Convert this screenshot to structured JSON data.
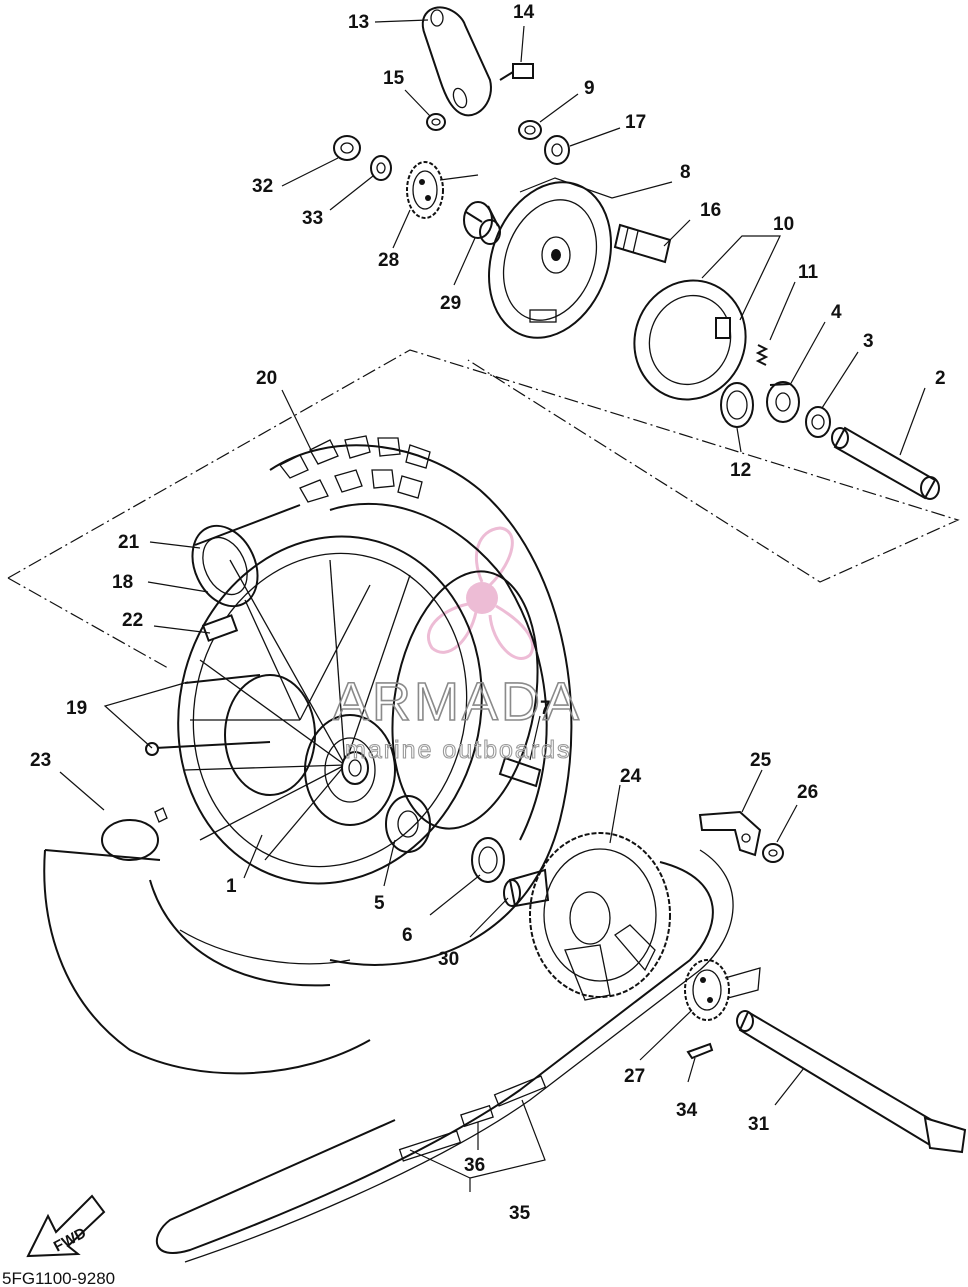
{
  "drawing_code": "5FG1100-9280",
  "watermark": {
    "brand": "ARMADA",
    "tagline": "marine outboards",
    "logo_color": "#e8a6c8"
  },
  "fwd_label": "FWD",
  "callouts": {
    "p1": "1",
    "p2": "2",
    "p3": "3",
    "p4": "4",
    "p5": "5",
    "p6": "6",
    "p7": "7",
    "p8": "8",
    "p9": "9",
    "p10": "10",
    "p11": "11",
    "p12": "12",
    "p13": "13",
    "p14": "14",
    "p15": "15",
    "p16": "16",
    "p17": "17",
    "p18": "18",
    "p19": "19",
    "p20": "20",
    "p21": "21",
    "p22": "22",
    "p23": "23",
    "p24": "24",
    "p25": "25",
    "p26": "26",
    "p27": "27",
    "p28": "28",
    "p29": "29",
    "p30": "30",
    "p31": "31",
    "p32": "32",
    "p33": "33",
    "p34": "34",
    "p35": "35",
    "p36": "36"
  }
}
